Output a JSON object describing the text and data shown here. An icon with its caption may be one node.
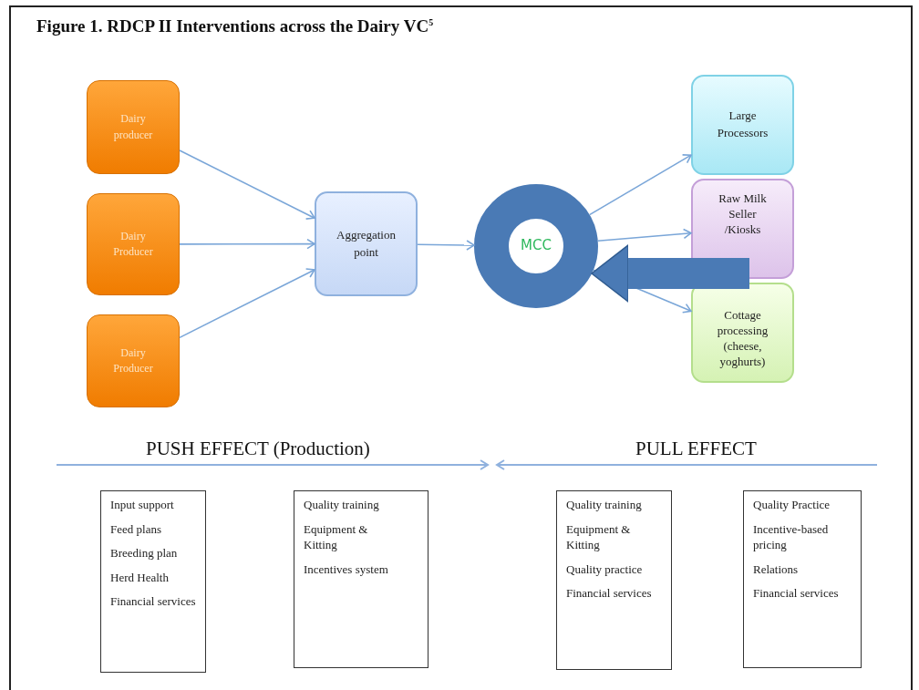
{
  "diagram": {
    "title": "Figure 1. RDCP II Interventions across the Dairy VC$^{5}$",
    "nodes": [
      {
        "text": [
          "Dairy producer"
        ]
      },
      {
        "text": [
          "Dairy Producer"
        ]
      },
      {
        "text": [
          "Dairy Producer"
        ]
      },
      {
        "text": [
          "Aggregation point"
        ]
      },
      {
        "text": [
          "MCC"
        ]
      },
      {
        "text": [
          "Large Processors"
        ]
      },
      {
        "text": [
          "Raw Milk Seller /Kiosks"
        ]
      },
      {
        "text": [
          "Cottage processing (cheese, yoghurts)"
        ]
      },
      {
        "text": [
          "Input support",
          "Feed plans",
          "Breeding plan",
          "Herd Health",
          "Financial services"
        ]
      },
      {
        "text": [
          "Quality training",
          "Equipment & Kitting",
          "Incentives system"
        ]
      },
      {
        "text": [
          "Quality training",
          "Equipment & Kitting",
          "Quality practice",
          "Financial services"
        ]
      },
      {
        "text": [
          "Quality Practice",
          "Incentive-based pricing",
          "Relations",
          "Financial services"
        ]
      }
    ],
    "edges": [
      {
        "from": 0,
        "to": 3,
        "arrow": "to"
      },
      {
        "from": 1,
        "to": 3,
        "arrow": "to"
      },
      {
        "from": 2,
        "to": 3,
        "arrow": "to"
      },
      {
        "from": 3,
        "to": 4,
        "arrow": "to"
      },
      {
        "from": 4,
        "to": 5,
        "arrow": "to"
      },
      {
        "from": 4,
        "to": 6,
        "arrow": "to"
      },
      {
        "from": 4,
        "to": 7,
        "arrow": "to"
      },
      {
        "from": 6,
        "to": 4,
        "arrow": "to",
        "style": "thick",
        "color": "#4a7ab5"
      }
    ],
    "labels": [
      "PUSH EFFECT (Production)",
      "PULL EFFECT"
    ]
  }
}
